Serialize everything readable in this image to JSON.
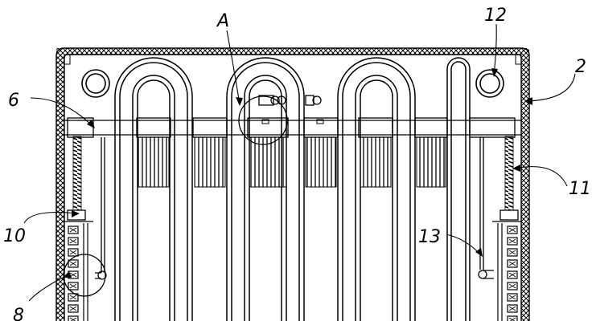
{
  "figure": {
    "labels": {
      "a": "A",
      "n12": "12",
      "n2": "2",
      "n6": "6",
      "n11": "11",
      "n10": "10",
      "n13": "13",
      "n8": "8"
    }
  },
  "colors": {
    "ink": "#000000",
    "paper": "#ffffff"
  }
}
